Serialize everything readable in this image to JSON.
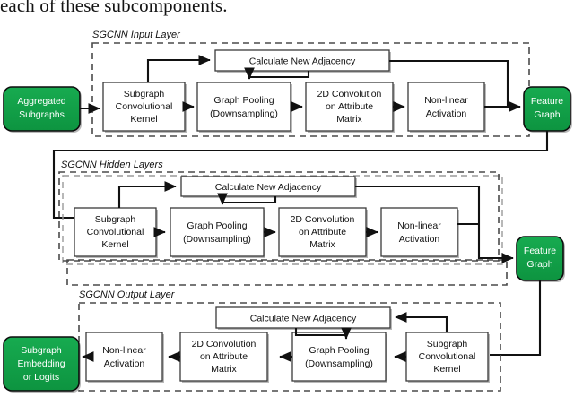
{
  "caption": "each of these subcomponents.",
  "colors": {
    "green": "#13a34a",
    "green_dark": "#0b8f3d",
    "box_stroke": "#3a3a3a",
    "dash_stroke": "#4a4a4a",
    "line": "#111111",
    "text": "#111111",
    "white_text": "#ffffff"
  },
  "groups": {
    "input": {
      "label": "SGCNN Input Layer"
    },
    "hidden": {
      "label": "SGCNN Hidden Layers"
    },
    "output": {
      "label": "SGCNN Output Layer"
    }
  },
  "terminals": {
    "aggregated_subgraphs": {
      "lines": [
        "Aggregated",
        "Subgraphs"
      ]
    },
    "feature_graph_1": {
      "lines": [
        "Feature",
        "Graph"
      ]
    },
    "feature_graph_2": {
      "lines": [
        "Feature",
        "Graph"
      ]
    },
    "subgraph_embedding": {
      "lines": [
        "Subgraph",
        "Embedding",
        "or Logits"
      ]
    }
  },
  "blocks": {
    "subgraph_conv_kernel": {
      "lines": [
        "Subgraph",
        "Convolutional",
        "Kernel"
      ]
    },
    "graph_pooling": {
      "lines": [
        "Graph Pooling",
        "(Downsampling)"
      ]
    },
    "conv_2d": {
      "lines": [
        "2D Convolution",
        "on Attribute",
        "Matrix"
      ]
    },
    "nonlinear_activation": {
      "lines": [
        "Non-linear",
        "Activation"
      ]
    },
    "calculate_new_adjacency": {
      "lines": [
        "Calculate New Adjacency"
      ]
    }
  },
  "layers": {
    "input": {
      "adjacency": "Calculate New Adjacency",
      "pipeline": [
        "Subgraph Convolutional Kernel",
        "Graph Pooling (Downsampling)",
        "2D Convolution on Attribute Matrix",
        "Non-linear Activation"
      ],
      "input_terminal": "Aggregated Subgraphs",
      "output_terminal": "Feature Graph"
    },
    "hidden": {
      "adjacency": "Calculate New Adjacency",
      "pipeline": [
        "Subgraph Convolutional Kernel",
        "Graph Pooling (Downsampling)",
        "2D Convolution on Attribute Matrix",
        "Non-linear Activation"
      ],
      "input_terminal": "Feature Graph",
      "output_terminal": "Feature Graph",
      "repeated": true
    },
    "output": {
      "adjacency": "Calculate New Adjacency",
      "pipeline": [
        "Subgraph Convolutional Kernel",
        "Graph Pooling (Downsampling)",
        "2D Convolution on Attribute Matrix",
        "Non-linear Activation"
      ],
      "input_terminal": "Feature Graph",
      "output_terminal": "Subgraph Embedding or Logits",
      "direction": "right-to-left"
    }
  }
}
